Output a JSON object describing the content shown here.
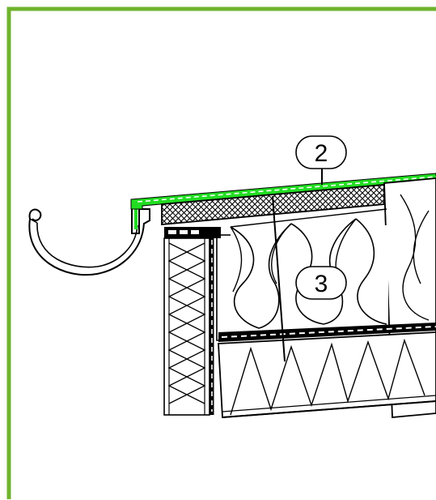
{
  "diagram": {
    "callouts": [
      {
        "id": "2",
        "label": "2"
      },
      {
        "id": "3",
        "label": "3"
      }
    ],
    "colors": {
      "frame": "#6fb32e",
      "membrane": "#22dd22",
      "line": "#000000",
      "background": "#ffffff"
    }
  }
}
